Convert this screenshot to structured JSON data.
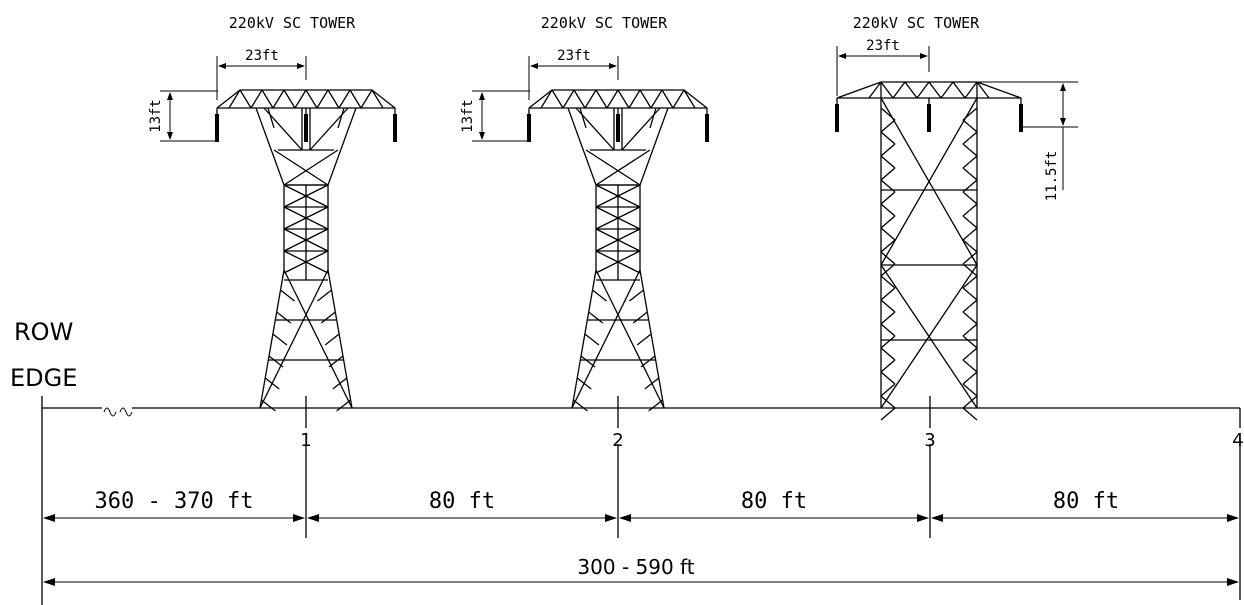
{
  "row_label_line1": "ROW",
  "row_label_line2": "EDGE",
  "towers": [
    {
      "title": "220kV SC TOWER",
      "width_dim": "23ft",
      "height_dim": "13ft",
      "number": "1",
      "kind": "x-type"
    },
    {
      "title": "220kV SC TOWER",
      "width_dim": "23ft",
      "height_dim": "13ft",
      "number": "2",
      "kind": "x-type"
    },
    {
      "title": "220kV SC TOWER",
      "width_dim": "23ft",
      "height_dim": "11.5ft",
      "number": "3",
      "kind": "h-frame"
    }
  ],
  "end_marker": "4",
  "spans": [
    "360 - 370 ft",
    "80 ft",
    "80 ft",
    "80 ft"
  ],
  "total_span": "300 - 590 ft"
}
